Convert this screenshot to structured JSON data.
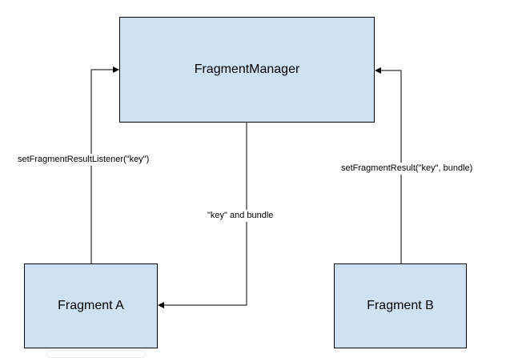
{
  "nodes": {
    "fragment_manager": "FragmentManager",
    "fragment_a": "Fragment A",
    "fragment_b": "Fragment B"
  },
  "edges": {
    "listener": "setFragmentResultListener(\"key\")",
    "key_and_bundle": "\"key\" and bundle",
    "set_result": "setFragmentResult(\"key\", bundle)"
  },
  "colors": {
    "box_fill": "#cfe2f3",
    "line": "#000000"
  }
}
